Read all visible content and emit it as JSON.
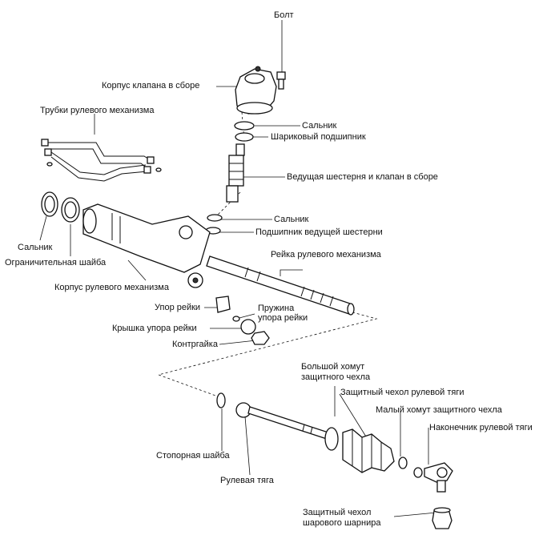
{
  "labels": {
    "bolt": "Болт",
    "valve_body": "Корпус клапана в сборе",
    "pipes": "Трубки рулевого механизма",
    "seal_top": "Сальник",
    "ball_bearing": "Шариковый подшипник",
    "pinion_valve": "Ведущая шестерня и клапан в сборе",
    "seal_mid": "Сальник",
    "pinion_bearing": "Подшипник ведущей шестерни",
    "rack": "Рейка рулевого механизма",
    "seal_left": "Сальник",
    "stop_washer": "Ограничительная шайба",
    "housing": "Корпус рулевого механизма",
    "rack_guide": "Упор рейки",
    "rack_spring": "Пружина\nупора рейки",
    "guide_cap": "Крышка упора рейки",
    "locknut": "Контргайка",
    "big_clamp": "Большой хомут\nзащитного чехла",
    "boot": "Защитный чехол рулевой тяги",
    "small_clamp": "Малый хомут защитного чехла",
    "tie_rod_end": "Наконечник рулевой тяги",
    "lock_washer": "Стопорная шайба",
    "tie_rod": "Рулевая тяга",
    "ball_boot": "Защитный чехол\nшарового шарнира"
  }
}
